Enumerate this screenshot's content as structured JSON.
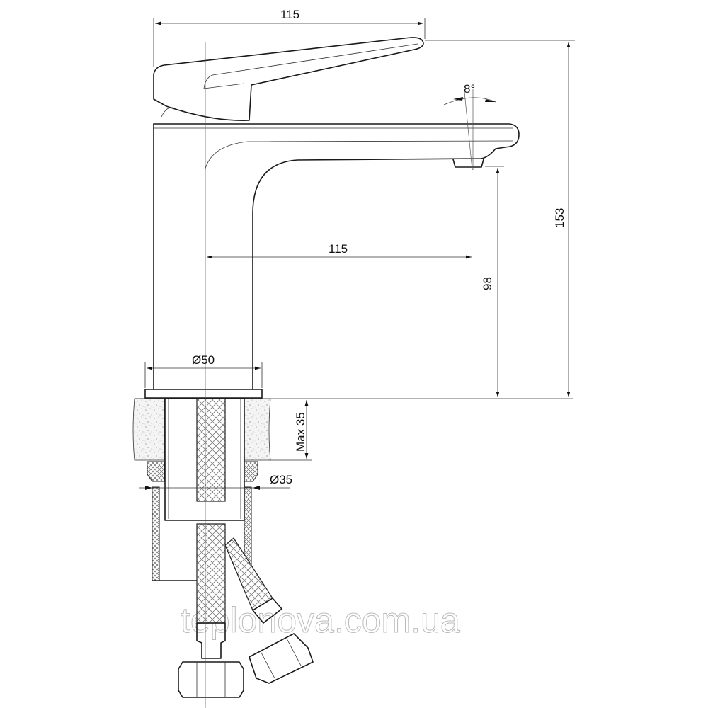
{
  "dimensions": {
    "handle_reach": "115",
    "spout_reach": "115",
    "total_height": "153",
    "spout_height": "98",
    "body_diameter": "Ø50",
    "max_counter_thickness": "Max 35",
    "hole_diameter": "Ø35",
    "aerator_angle": "8°"
  },
  "watermark": "teplonova.com.ua"
}
